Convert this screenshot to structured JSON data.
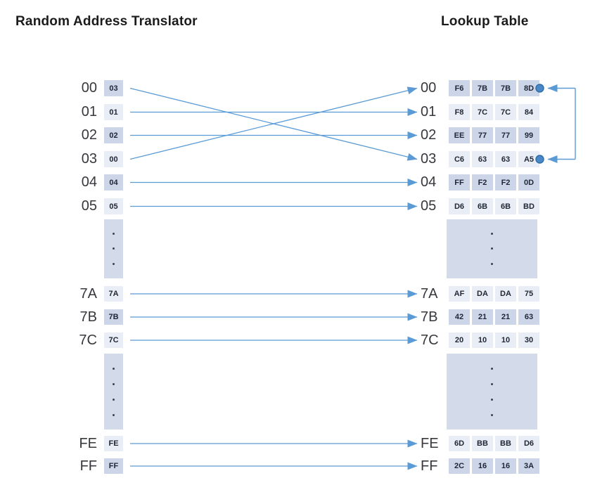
{
  "titles": {
    "left": "Random Address Translator",
    "right": "Lookup Table"
  },
  "translator": {
    "rows": [
      {
        "address": "00",
        "value": "03"
      },
      {
        "address": "01",
        "value": "01"
      },
      {
        "address": "02",
        "value": "02"
      },
      {
        "address": "03",
        "value": "00"
      },
      {
        "address": "04",
        "value": "04"
      },
      {
        "address": "05",
        "value": "05"
      },
      {
        "address": "7A",
        "value": "7A"
      },
      {
        "address": "7B",
        "value": "7B"
      },
      {
        "address": "7C",
        "value": "7C"
      },
      {
        "address": "FE",
        "value": "FE"
      },
      {
        "address": "FF",
        "value": "FF"
      }
    ],
    "ellipsis_upper_dots": 3,
    "ellipsis_lower_dots": 4
  },
  "lookup": {
    "rows": [
      {
        "address": "00",
        "values": [
          "F6",
          "7B",
          "7B",
          "8D"
        ]
      },
      {
        "address": "01",
        "values": [
          "F8",
          "7C",
          "7C",
          "84"
        ]
      },
      {
        "address": "02",
        "values": [
          "EE",
          "77",
          "77",
          "99"
        ]
      },
      {
        "address": "03",
        "values": [
          "C6",
          "63",
          "63",
          "A5"
        ]
      },
      {
        "address": "04",
        "values": [
          "FF",
          "F2",
          "F2",
          "0D"
        ]
      },
      {
        "address": "05",
        "values": [
          "D6",
          "6B",
          "6B",
          "BD"
        ]
      },
      {
        "address": "7A",
        "values": [
          "AF",
          "DA",
          "DA",
          "75"
        ]
      },
      {
        "address": "7B",
        "values": [
          "42",
          "21",
          "21",
          "63"
        ]
      },
      {
        "address": "7C",
        "values": [
          "20",
          "10",
          "10",
          "30"
        ]
      },
      {
        "address": "FE",
        "values": [
          "6D",
          "BB",
          "BB",
          "D6"
        ]
      },
      {
        "address": "FF",
        "values": [
          "2C",
          "16",
          "16",
          "3A"
        ]
      }
    ],
    "ellipsis_upper_dots": 3,
    "ellipsis_lower_dots": 4
  },
  "connections": {
    "translator_to_lookup": [
      {
        "from": "00",
        "to": "03"
      },
      {
        "from": "01",
        "to": "01"
      },
      {
        "from": "02",
        "to": "02"
      },
      {
        "from": "03",
        "to": "00"
      },
      {
        "from": "04",
        "to": "04"
      },
      {
        "from": "05",
        "to": "05"
      },
      {
        "from": "7A",
        "to": "7A"
      },
      {
        "from": "7B",
        "to": "7B"
      },
      {
        "from": "7C",
        "to": "7C"
      },
      {
        "from": "FE",
        "to": "FE"
      },
      {
        "from": "FF",
        "to": "FF"
      }
    ],
    "lookup_loop": {
      "between_rows": [
        "00",
        "03"
      ],
      "marker": "dot-with-left-arrow"
    }
  },
  "colors": {
    "arrow": "#5b9bd5",
    "cell_dark": "#ccd6e8",
    "cell_light": "#e9edf5",
    "dots_block": "#d3dbeb",
    "dot_fill": "#4a87c7",
    "dot_border": "#2e6da4",
    "cell_text": "#1f2636",
    "label_text": "#36383d",
    "title_text": "#1b1b1b"
  }
}
